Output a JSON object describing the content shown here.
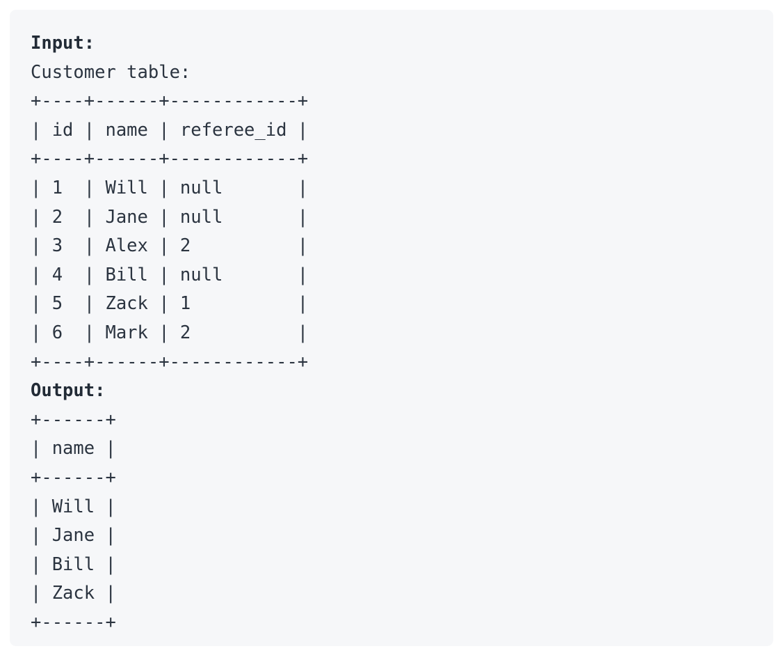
{
  "card": {
    "background_color": "#f6f7f9",
    "text_color": "#2b3440"
  },
  "example": {
    "input_label": "Input:",
    "input_table_caption": "Customer table:",
    "output_label": "Output:"
  },
  "input_table": {
    "name": "Customer",
    "columns": [
      "id",
      "name",
      "referee_id"
    ],
    "rows": [
      {
        "id": "1",
        "name": "Will",
        "referee_id": "null"
      },
      {
        "id": "2",
        "name": "Jane",
        "referee_id": "null"
      },
      {
        "id": "3",
        "name": "Alex",
        "referee_id": "2"
      },
      {
        "id": "4",
        "name": "Bill",
        "referee_id": "null"
      },
      {
        "id": "5",
        "name": "Zack",
        "referee_id": "1"
      },
      {
        "id": "6",
        "name": "Mark",
        "referee_id": "2"
      }
    ],
    "ascii": {
      "separator": "+----+------+------------+",
      "header": "| id | name | referee_id |",
      "rows": [
        "| 1  | Will | null       |",
        "| 2  | Jane | null       |",
        "| 3  | Alex | 2          |",
        "| 4  | Bill | null       |",
        "| 5  | Zack | 1          |",
        "| 6  | Mark | 2          |"
      ]
    }
  },
  "output_table": {
    "columns": [
      "name"
    ],
    "rows": [
      {
        "name": "Will"
      },
      {
        "name": "Jane"
      },
      {
        "name": "Bill"
      },
      {
        "name": "Zack"
      }
    ],
    "ascii": {
      "separator": "+------+",
      "header": "| name |",
      "rows": [
        "| Will |",
        "| Jane |",
        "| Bill |",
        "| Zack |"
      ]
    }
  }
}
